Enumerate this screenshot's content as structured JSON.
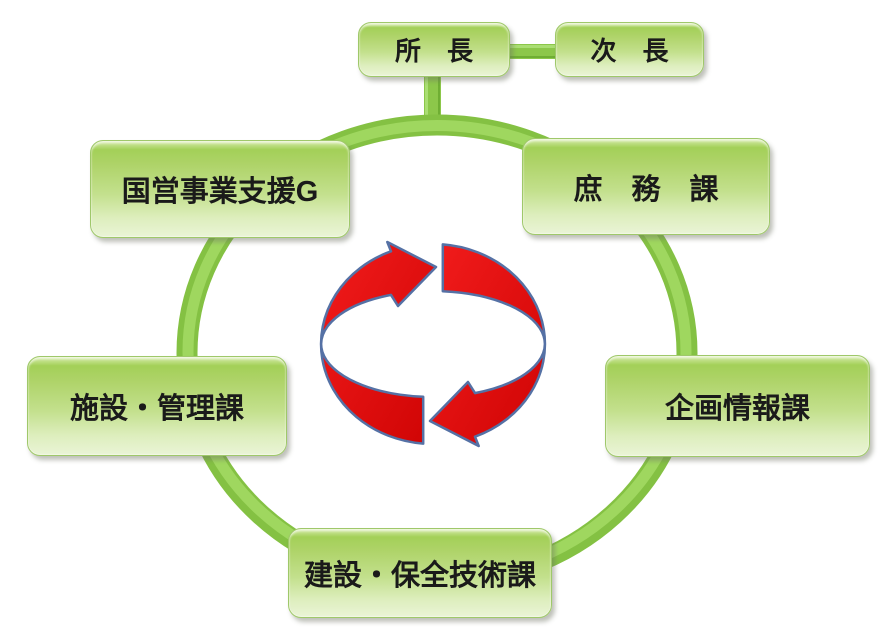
{
  "nodes": {
    "director": {
      "label": "所　長"
    },
    "deputy_director": {
      "label": "次　長"
    },
    "national_project_support_group": {
      "label": "国営事業支援G"
    },
    "general_affairs_section": {
      "label": "庶　務　課"
    },
    "facilities_management_section": {
      "label": "施設・管理課"
    },
    "planning_information_section": {
      "label": "企画情報課"
    },
    "construction_maintenance_section": {
      "label": "建設・保全技術課"
    }
  },
  "icons": {
    "cycle_arrows": "clockwise-red-cycle-arrows",
    "ring": "green-organization-ring",
    "connectors": "green-link-bars"
  },
  "colors": {
    "ring-green": "#84c143",
    "ring-highlight": "#9fd75f",
    "connector-green": "#8cc74a",
    "connector-highlight": "#aade73",
    "box-top": "#a3d058",
    "box-mid": "#c3e08d",
    "box-bottom": "#eaf4d6",
    "box-border": "#9fc86a",
    "arrow-red": "#e00d0d",
    "arrow-outline": "#5571a5",
    "text": "#1a1a1a",
    "background": "#ffffff"
  }
}
